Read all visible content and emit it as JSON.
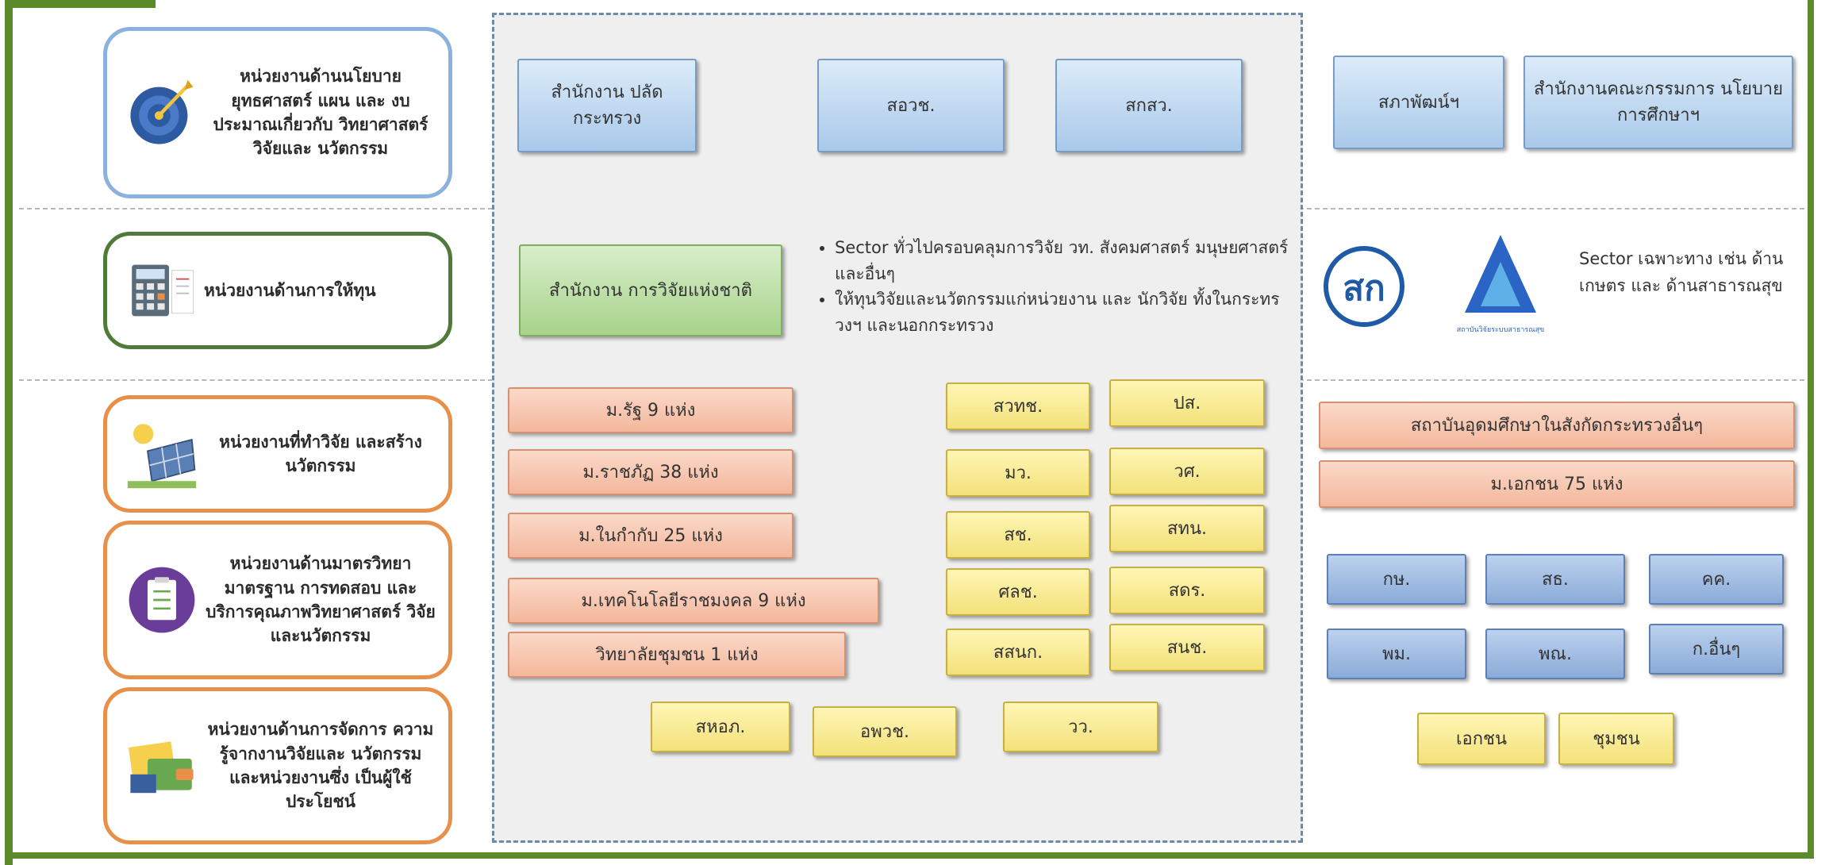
{
  "categories": [
    {
      "label": "หน่วยงานด้านนโยบาย ยุทธศาสตร์ แผน และ งบประมาณเกี่ยวกับ วิทยาศาสตร์ วิจัยและ นวัตกรรม",
      "icon": "target-icon",
      "color": "#7ea9d6"
    },
    {
      "label": "หน่วยงานด้านการให้ทุน",
      "icon": "calculator-icon",
      "color": "#4f7a3a"
    },
    {
      "label": "หน่วยงานที่ทำวิจัย และสร้างนวัตกรรม",
      "icon": "solar-panel-icon",
      "color": "#e8904a"
    },
    {
      "label": "หน่วยงานด้านมาตรวิทยา มาตรฐาน การทดสอบ และ บริการคุณภาพวิทยาศาสตร์ วิจัยและนวัตกรรม",
      "icon": "checklist-icon",
      "color": "#e8904a"
    },
    {
      "label": "หน่วยงานด้านการจัดการ ความรู้จากงานวิจัยและ นวัตกรรม และหน่วยงานซึ่ง เป็นผู้ใช้ประโยชน์",
      "icon": "wallet-icon",
      "color": "#e8904a"
    }
  ],
  "policy": {
    "center": [
      "สำนักงาน ปลัดกระทรวง",
      "สอวช.",
      "สกสว."
    ],
    "right": [
      "สภาพัฒน์ฯ",
      "สำนักงานคณะกรรมการ นโยบายการศึกษาฯ"
    ]
  },
  "funding": {
    "box": "สำนักงาน การวิจัยแห่งชาติ",
    "bullets": [
      "Sector ทั่วไปครอบคลุมการวิจัย วท. สังคมศาสตร์ มนุษยศาสตร์ และอื่นๆ",
      "ให้ทุนวิจัยและนวัตกรรมแก่หน่วยงาน และ นักวิจัย ทั้งในกระทรวงฯ และนอกกระทรวง"
    ],
    "logo1_text": "สก",
    "logo2_caption": "สถาบันวิจัยระบบสาธารณสุข",
    "right_note": "Sector เฉพาะทาง เช่น ด้านเกษตร และ ด้านสาธารณสุข"
  },
  "research": {
    "universities": [
      "ม.รัฐ 9 แห่ง",
      "ม.ราชภัฏ 38 แห่ง",
      "ม.ในกำกับ 25 แห่ง",
      "ม.เทคโนโลยีราชมงคล 9 แห่ง",
      "วิทยาลัยชุมชน 1 แห่ง"
    ],
    "agencies_col1": [
      "สวทช.",
      "มว.",
      "สช.",
      "ศลช.",
      "สสนก."
    ],
    "agencies_col2": [
      "ปส.",
      "วศ.",
      "สทน.",
      "สดร.",
      "สนช."
    ],
    "right": [
      "สถาบันอุดมศึกษาในสังกัดกระทรวงอื่นๆ",
      "ม.เอกชน 75 แห่ง"
    ]
  },
  "ministries": {
    "row1": [
      "กษ.",
      "สธ.",
      "คค."
    ],
    "row2": [
      "พม.",
      "พณ.",
      "ก.อื่นๆ"
    ]
  },
  "knowledge": {
    "center": [
      "สหอภ.",
      "อพวช.",
      "วว."
    ],
    "right": [
      "เอกชน",
      "ชุมชน"
    ]
  }
}
